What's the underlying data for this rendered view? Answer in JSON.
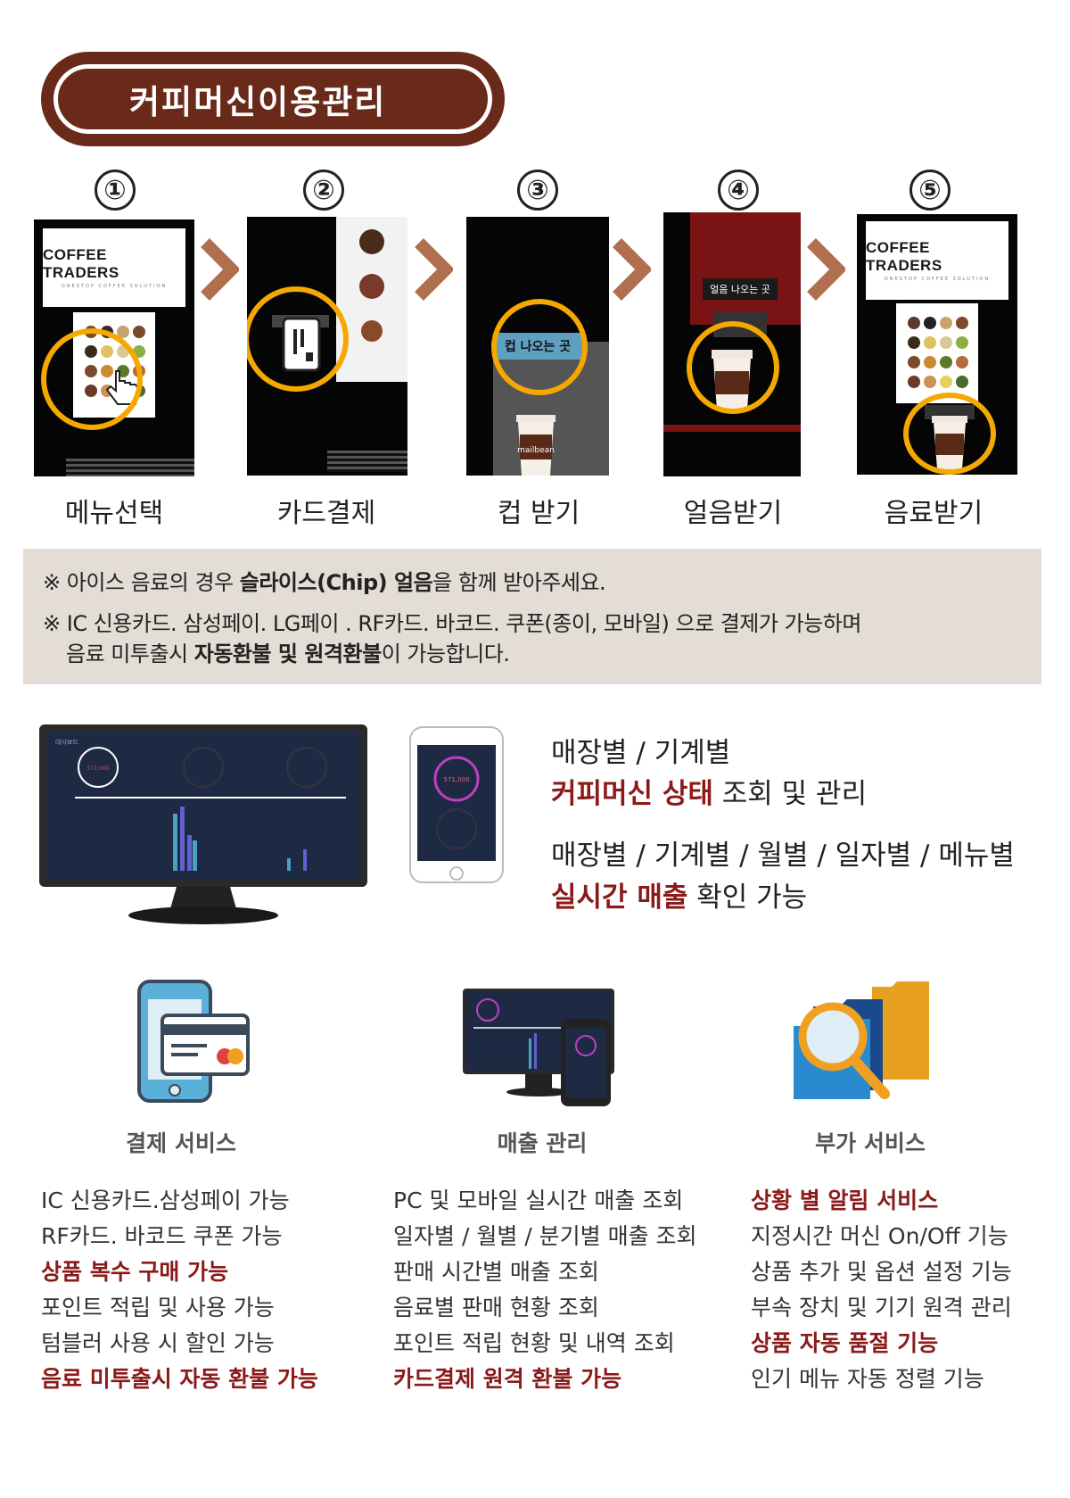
{
  "title": "커피머신이용관리",
  "steps": [
    {
      "num": "①",
      "label": "메뉴선택"
    },
    {
      "num": "②",
      "label": "카드결제"
    },
    {
      "num": "③",
      "label": "컵 받기"
    },
    {
      "num": "④",
      "label": "얼음받기"
    },
    {
      "num": "⑤",
      "label": "음료받기"
    }
  ],
  "panels": {
    "logo": "COFFEE TRADERS",
    "logo_sub": "ONESTOP COFFEE SOLUTION",
    "cup_out": "컵 나오는 곳",
    "ice_out": "얼음 나오는 곳",
    "cup_brand": "mailbean"
  },
  "notes": {
    "line1_pre": "※ 아이스 음료의 경우 ",
    "line1_bold": "슬라이스(Chip) 얼음",
    "line1_post": "을 함께 받아주세요.",
    "line2": "※ IC 신용카드. 삼성페이.  LG페이 . RF카드. 바코드. 쿠폰(종이, 모바일) 으로 결제가 가능하며",
    "line3_pre": "음료 미투출시 ",
    "line3_bold": "자동환불 및 원격환불",
    "line3_post": "이 가능합니다."
  },
  "dashboard": {
    "screen_title": "대시보드",
    "big_value": "571,000",
    "features": [
      {
        "line1": "매장별 / 기계별",
        "hl": "커피머신 상태",
        "rest": " 조회 및 관리"
      },
      {
        "line1": "매장별 / 기계별 / 월별 / 일자별 / 메뉴별",
        "hl": "실시간 매출",
        "rest": " 확인 가능"
      }
    ]
  },
  "services": [
    {
      "title": "결제 서비스",
      "icon": "payment-card-phone-icon",
      "items": [
        {
          "text": "IC 신용카드.삼성페이 가능",
          "hl": false
        },
        {
          "text": "RF카드. 바코드 쿠폰 가능",
          "hl": false
        },
        {
          "text": "상품 복수 구매 가능",
          "hl": true
        },
        {
          "text": "포인트 적립 및 사용 가능",
          "hl": false
        },
        {
          "text": "텀블러 사용 시 할인 가능",
          "hl": false
        },
        {
          "text": "음료 미투출시 자동 환불 가능",
          "hl": true
        }
      ]
    },
    {
      "title": "매출 관리",
      "icon": "sales-dashboard-icon",
      "items": [
        {
          "text": "PC 및 모바일 실시간 매출 조회",
          "hl": false
        },
        {
          "text": "일자별 / 월별 / 분기별 매출 조회",
          "hl": false
        },
        {
          "text": "판매 시간별 매출 조회",
          "hl": false
        },
        {
          "text": "음료별 판매 현황 조회",
          "hl": false
        },
        {
          "text": "포인트 적립 현황 및 내역 조회",
          "hl": false
        },
        {
          "text": "카드결제 원격 환불 가능",
          "hl": true
        }
      ]
    },
    {
      "title": "부가 서비스",
      "icon": "folder-search-icon",
      "items": [
        {
          "text": "상황 별 알림 서비스",
          "hl": true
        },
        {
          "text": "지정시간 머신 On/Off 기능",
          "hl": false
        },
        {
          "text": "상품 추가 및 옵션 설정 기능",
          "hl": false
        },
        {
          "text": "부속 장치 및 기기 원격 관리",
          "hl": false
        },
        {
          "text": "상품 자동 품절 기능",
          "hl": true
        },
        {
          "text": "인기 메뉴 자동 정렬 기능",
          "hl": false
        }
      ]
    }
  ],
  "colors": {
    "brown": "#6a2a19",
    "ring": "#f5a800",
    "highlight": "#8b1a1a",
    "note_bg": "#e4ddd6",
    "screen": "#1e2a44"
  }
}
